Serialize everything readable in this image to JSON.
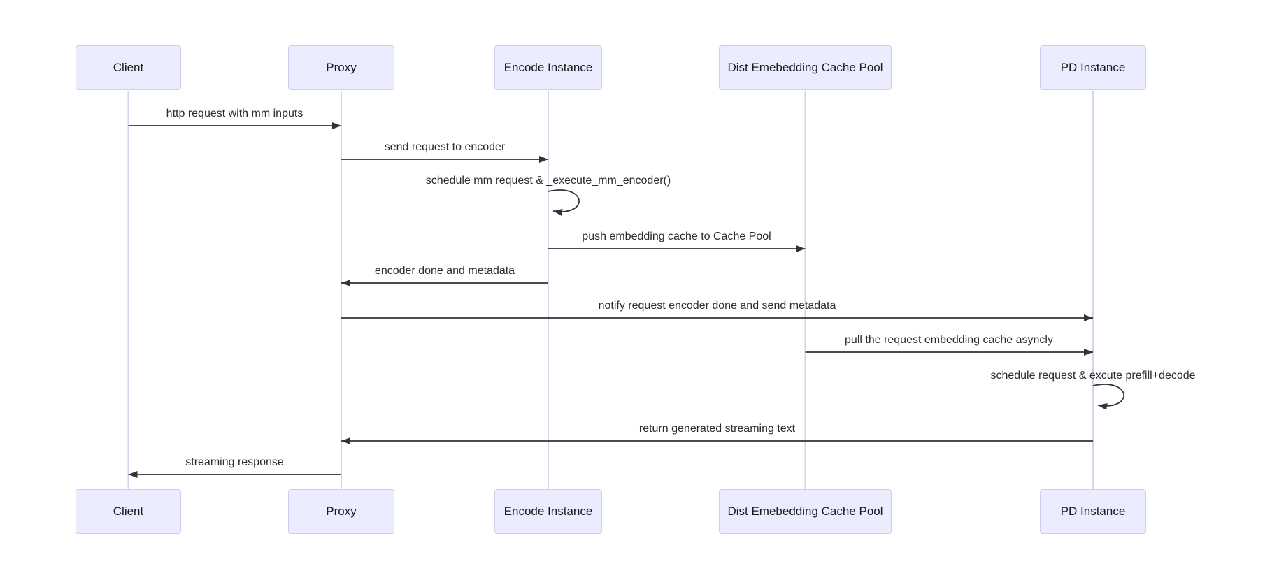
{
  "diagram_type": "sequence-diagram",
  "colors": {
    "background": "#ffffff",
    "actor_fill": "#ECECFF",
    "actor_border": "#cfccee",
    "lifeline": "#d6d3ea",
    "message_line": "#333333",
    "message_text": "#2b2b2b",
    "actor_text": "#1a1a1a"
  },
  "actors": [
    {
      "id": "client",
      "name": "Client"
    },
    {
      "id": "proxy",
      "name": "Proxy"
    },
    {
      "id": "encode-instance",
      "name": "Encode Instance"
    },
    {
      "id": "dist-embedding-cache-pool",
      "name": "Dist Emebedding Cache Pool"
    },
    {
      "id": "pd-instance",
      "name": "PD Instance"
    }
  ],
  "messages": [
    {
      "from": "Client",
      "to": "Proxy",
      "type": "solid-arrow",
      "text": "http request with mm inputs"
    },
    {
      "from": "Proxy",
      "to": "Encode Instance",
      "type": "solid-arrow",
      "text": "send request to encoder"
    },
    {
      "from": "Encode Instance",
      "to": "Encode Instance",
      "type": "self-loop",
      "text": "schedule mm request & _execute_mm_encoder()"
    },
    {
      "from": "Encode Instance",
      "to": "Dist Emebedding Cache Pool",
      "type": "solid-arrow",
      "text": "push embedding cache to Cache Pool"
    },
    {
      "from": "Encode Instance",
      "to": "Proxy",
      "type": "solid-arrow",
      "text": "encoder done and metadata"
    },
    {
      "from": "Proxy",
      "to": "PD Instance",
      "type": "solid-arrow",
      "text": "notify request encoder done and send metadata"
    },
    {
      "from": "Dist Emebedding Cache Pool",
      "to": "PD Instance",
      "type": "solid-arrow",
      "text": "pull the request embedding cache asyncly"
    },
    {
      "from": "PD Instance",
      "to": "PD Instance",
      "type": "self-loop",
      "text": "schedule request & excute prefill+decode"
    },
    {
      "from": "PD Instance",
      "to": "Proxy",
      "type": "solid-arrow",
      "text": "return generated streaming text"
    },
    {
      "from": "Proxy",
      "to": "Client",
      "type": "solid-arrow",
      "text": "streaming response"
    }
  ]
}
